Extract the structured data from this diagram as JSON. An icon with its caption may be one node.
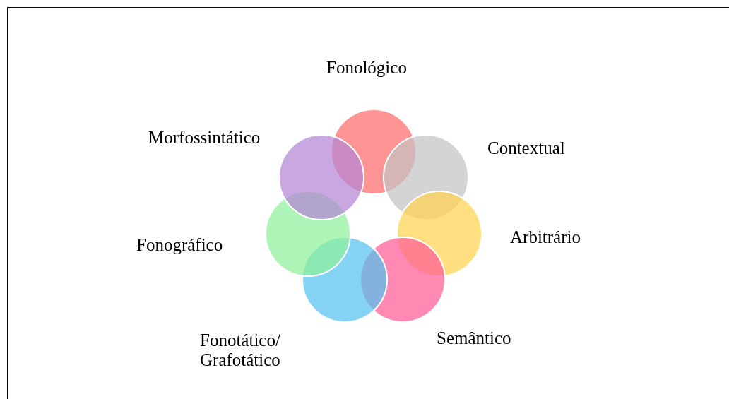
{
  "diagram": {
    "nodes": [
      {
        "text": [
          "Fonológico"
        ]
      },
      {
        "text": [
          "Contextual"
        ]
      },
      {
        "text": [
          "Arbitrário"
        ]
      },
      {
        "text": [
          "Semântico"
        ]
      },
      {
        "text": [
          "Fonotático/ Grafotático"
        ]
      },
      {
        "text": [
          "Fonográfico"
        ]
      },
      {
        "text": [
          "Morfossintático"
        ]
      }
    ],
    "edges": []
  }
}
